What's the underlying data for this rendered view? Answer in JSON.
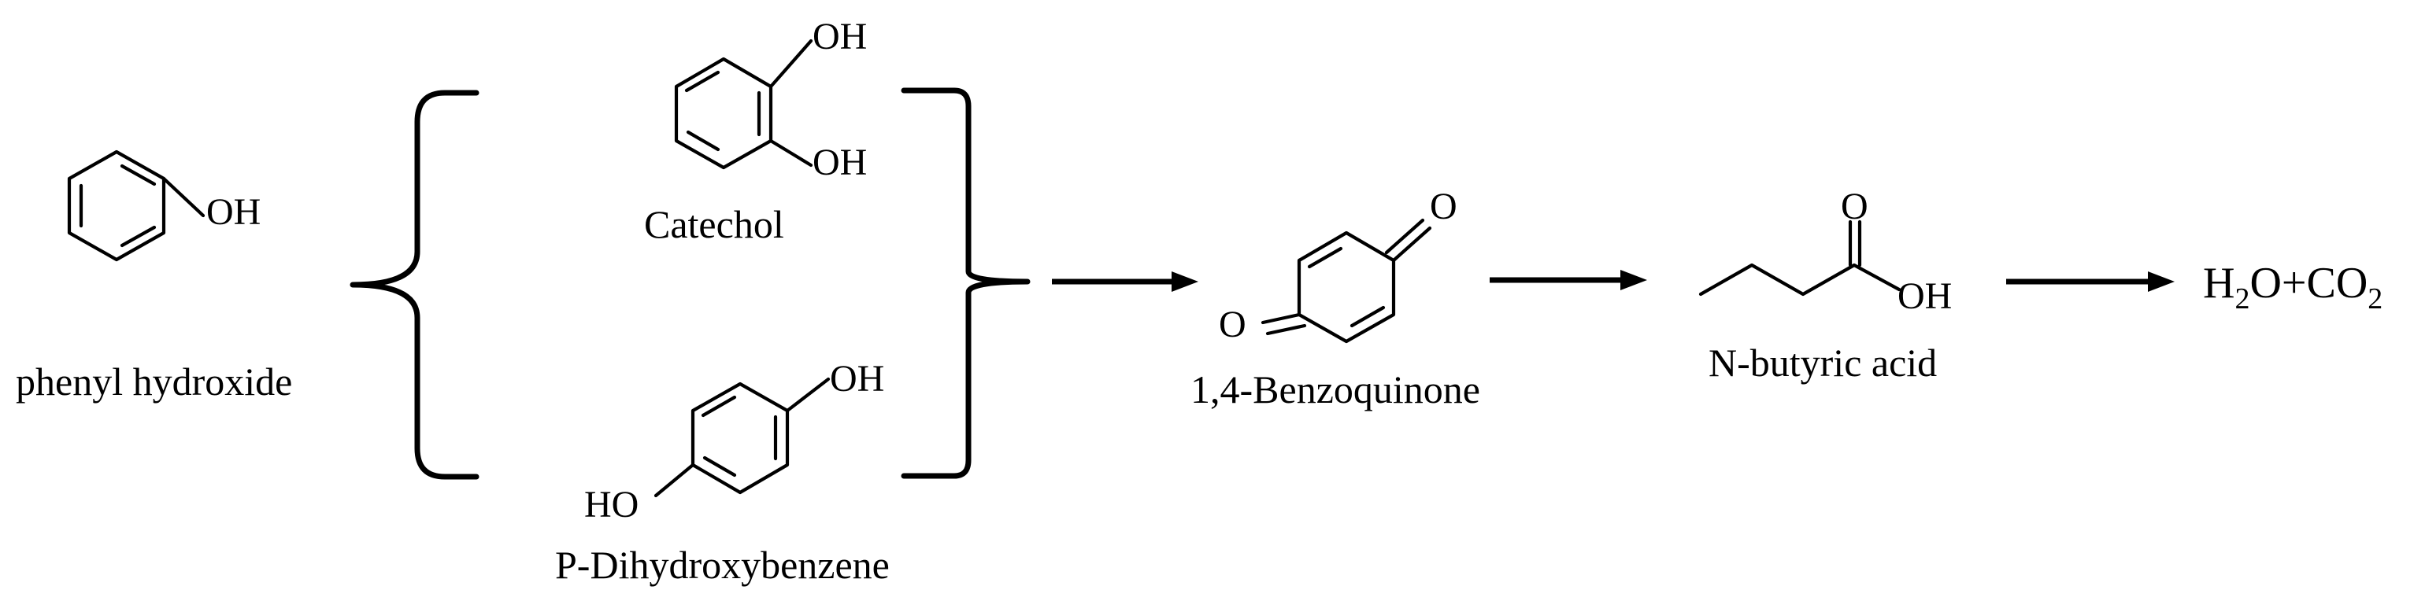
{
  "pathway": {
    "phenol": {
      "name": "phenyl hydroxide",
      "oh": "OH"
    },
    "catechol": {
      "name": "Catechol",
      "oh_top": "OH",
      "oh_bottom": "OH"
    },
    "hydroquinone": {
      "name": "P-Dihydroxybenzene",
      "oh_top": "OH",
      "ho_bottom": "HO"
    },
    "benzoquinone": {
      "name": "1,4-Benzoquinone",
      "o_top": "O",
      "o_bottom": "O"
    },
    "butyric": {
      "name": "N-butyric acid",
      "o_top": "O",
      "oh": "OH"
    },
    "products": {
      "h": "H",
      "sub1": "2",
      "mid": "O+CO",
      "sub2": "2"
    }
  }
}
